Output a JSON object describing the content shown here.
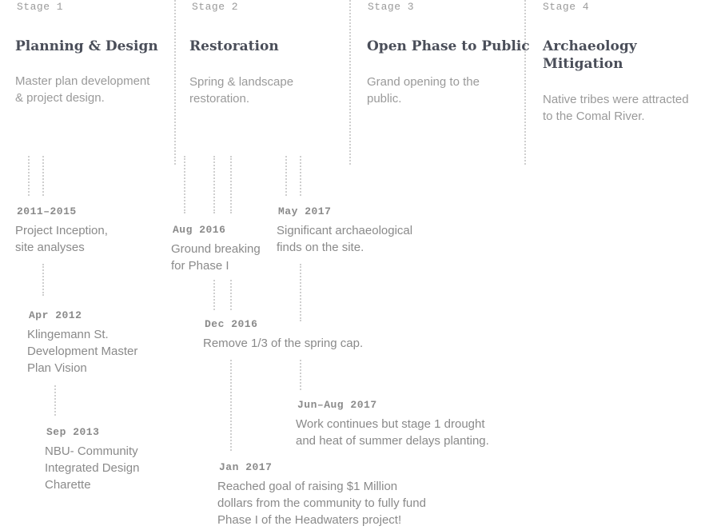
{
  "stages": [
    {
      "number": "Stage 1",
      "title": "Planning & Design",
      "desc_lines": [
        "Master plan development",
        "& project design."
      ]
    },
    {
      "number": "Stage 2",
      "title": "Restoration",
      "desc_lines": [
        "Spring & landscape",
        "restoration."
      ]
    },
    {
      "number": "Stage 3",
      "title": "Open Phase to Public",
      "desc_lines": [
        "Grand opening to the",
        "public."
      ]
    },
    {
      "number": "Stage 4",
      "title_lines": [
        "Archaeology",
        "Mitigation"
      ],
      "desc_lines": [
        "Native tribes were attracted",
        "to the Comal River."
      ]
    }
  ],
  "events": [
    {
      "date": "2011–2015",
      "lines": [
        "Project Inception,",
        "site analyses"
      ]
    },
    {
      "date": "Apr 2012",
      "lines": [
        "Klingemann St.",
        "Development Master",
        "Plan Vision"
      ]
    },
    {
      "date": "Sep 2013",
      "lines": [
        "NBU- Community",
        "Integrated Design",
        "Charette"
      ]
    },
    {
      "date": "Aug 2016",
      "lines": [
        "Ground breaking",
        "for Phase I"
      ]
    },
    {
      "date": "Dec 2016",
      "lines": [
        "Remove 1/3 of the spring cap."
      ]
    },
    {
      "date": "Jan 2017",
      "lines": [
        "Reached goal of raising $1 Million",
        "dollars from the community to fully fund",
        "Phase I of the Headwaters project!"
      ]
    },
    {
      "date": "May 2017",
      "lines": [
        "Significant archaeological",
        "finds on the site."
      ]
    },
    {
      "date": "Jun–Aug 2017",
      "lines": [
        "Work continues but stage 1 drought",
        "and heat of summer delays planting."
      ]
    }
  ]
}
